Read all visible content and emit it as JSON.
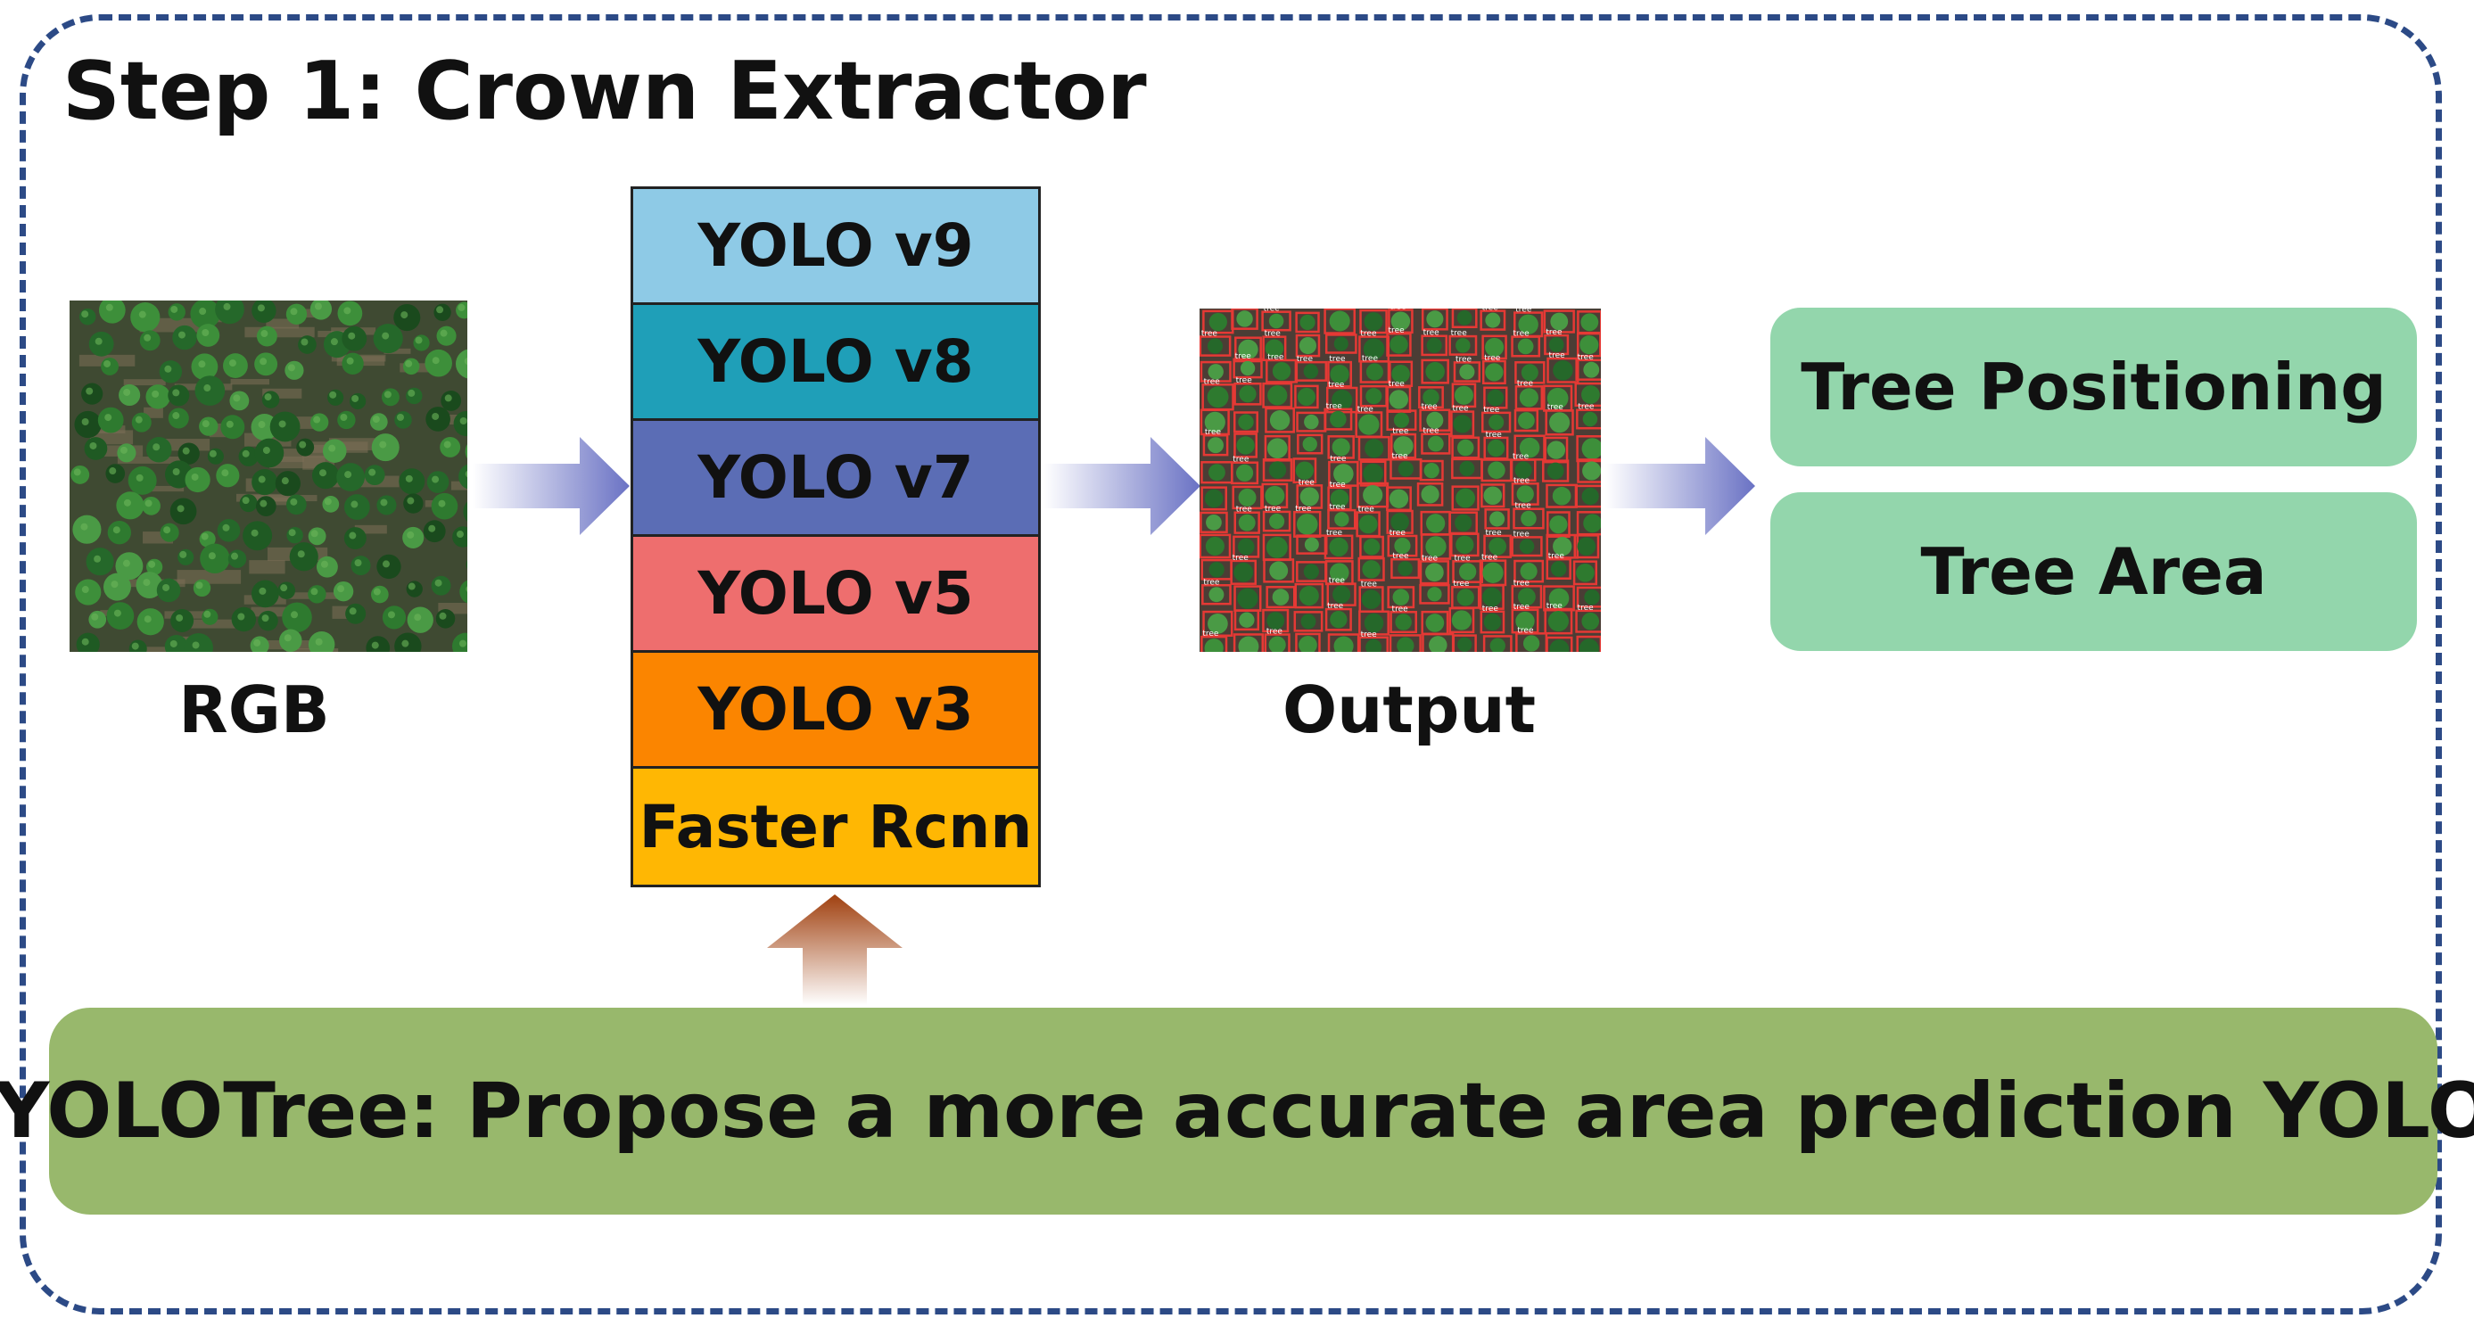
{
  "title": "Step 1: Crown Extractor",
  "input_label": "RGB",
  "models": [
    {
      "label": "YOLO v9",
      "color": "#8ecae6"
    },
    {
      "label": "YOLO v8",
      "color": "#1f9fb8"
    },
    {
      "label": "YOLO v7",
      "color": "#5b6db5"
    },
    {
      "label": "YOLO v5",
      "color": "#ee6e6e"
    },
    {
      "label": "YOLO v3",
      "color": "#fb8500"
    },
    {
      "label": "Faster Rcnn",
      "color": "#ffb703"
    }
  ],
  "output_label": "Output",
  "detection_text": "tree",
  "results": [
    "Tree Positioning",
    "Tree Area"
  ],
  "banner": "YOLOTree: Propose a more accurate area prediction YOLO",
  "colors": {
    "frame": "#2c4a86",
    "flow_arrow": "#6a72c4",
    "up_arrow": "#a0400f",
    "result_box": "#93d6ac",
    "banner": "#98b86c",
    "detection_box": "#e53935"
  }
}
